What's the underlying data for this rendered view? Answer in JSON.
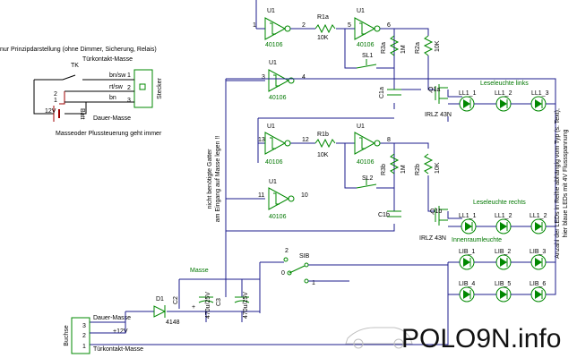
{
  "labels": {
    "note_top_left": "nur Prinzipdarstellung (ohne Dimmer, Sicherung, Relais)",
    "tuerkontakt_masse_top": "Türkontakt-Masse",
    "dauer_masse_top": "Dauer-Masse",
    "masse_oder_plus": "Masseoder Plussteuerung geht immer",
    "stecker": "Stecker",
    "batt": "Batt",
    "v12": "12V",
    "tk": "TK",
    "bn_sw": "bn/sw",
    "rt_sw": "rt/sw",
    "bn": "bn",
    "pin1": "1",
    "pin2": "2",
    "pin3": "3",
    "pin4": "4",
    "pin5": "5",
    "pin6": "6",
    "pin8": "8",
    "pin10": "10",
    "pin11": "11",
    "pin12": "12",
    "pin13": "13",
    "u1": "U1",
    "chip": "40106",
    "r1a": "R1a",
    "r1b": "R1b",
    "r2a": "R2a",
    "r2b": "R2b",
    "r3a": "R3a",
    "r3b": "R3b",
    "k10": "10K",
    "m1": "1M",
    "c1a": "C1a",
    "c1b": "C1b",
    "c2": "C2",
    "c3": "C3",
    "cap_val": "470u/25V",
    "sl1": "SL1",
    "sl2": "SL2",
    "sib": "SIB",
    "q1a": "Q1a",
    "q1b": "Q1b",
    "irlz": "IRLZ 43N",
    "leseleuchte_links": "Leseleuchte links",
    "leseleuchte_rechts": "Leseleuchte rechts",
    "innenraumleuchte": "Innenraumleuchte",
    "ll1_1": "LL1_1",
    "ll1_2": "LL1_2",
    "ll1_3": "LL1_3",
    "lib1": "LIB_1",
    "lib2": "LIB_2",
    "lib3": "LIB_3",
    "lib4": "LIB_4",
    "lib5": "LIB_5",
    "lib6": "LIB_6",
    "gate_note_1": "nicht benötigte Gatter",
    "gate_note_2": "am Eingang auf Masse legen !!",
    "side_note_1": "Anzahl der LEDs in Reihe abhängig vom Typ (s. Text),",
    "side_note_2": "hier blaue LEDs mit 4V Flussspannung",
    "masse": "Masse",
    "buchse": "Buchse",
    "dauer_masse_bottom": "Dauer-Masse",
    "plus12": "+12V",
    "tuerkontakt_masse_bottom": "Türkontakt-Masse",
    "d1": "D1",
    "d_val": "4148",
    "plus_sign": "+",
    "sw0": "0",
    "sw1": "1",
    "sw2": "2"
  },
  "watermark": "POLO9N.info",
  "colors": {
    "wire": "#1c1c8c",
    "component": "#008800",
    "text": "#000000",
    "battery": "#8b0000"
  }
}
